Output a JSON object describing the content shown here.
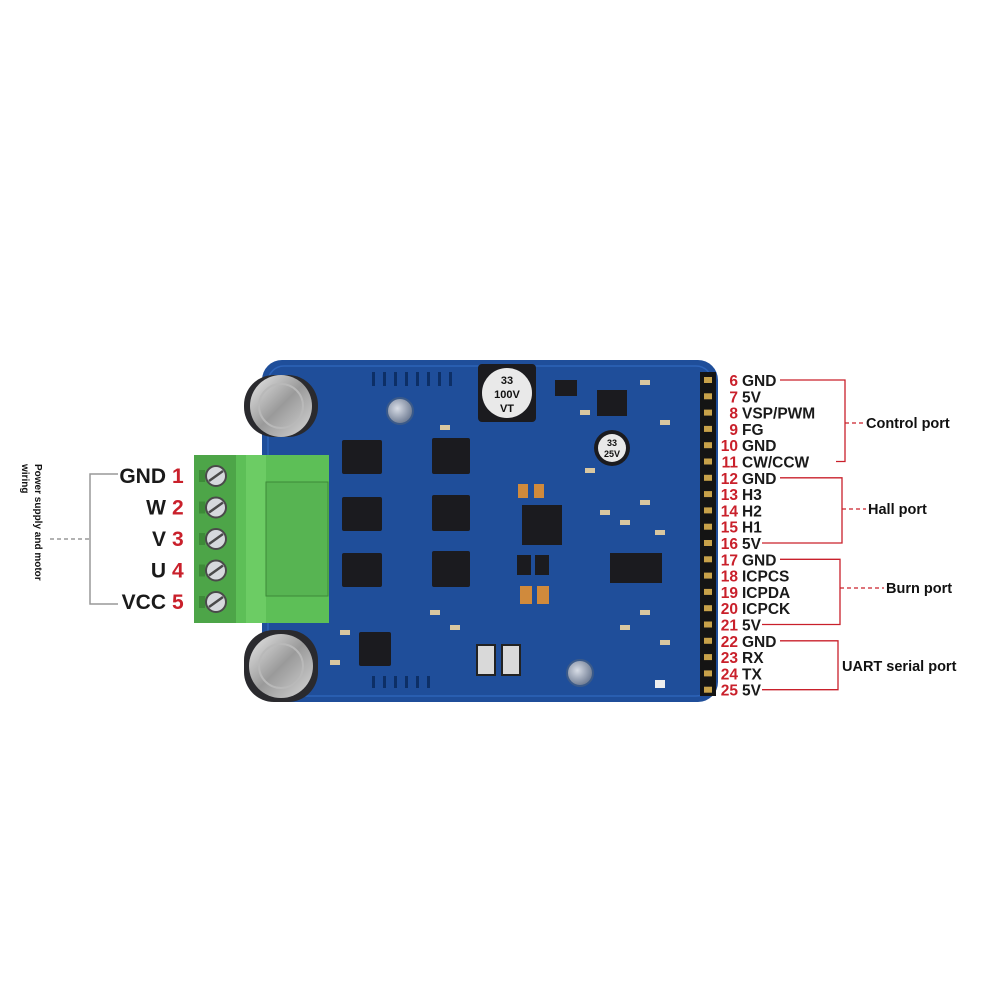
{
  "left_caption_line1": "Power supply and motor",
  "left_caption_line2": "wiring",
  "terminals": [
    {
      "num": "1",
      "name": "GND"
    },
    {
      "num": "2",
      "name": "W"
    },
    {
      "num": "3",
      "name": "V"
    },
    {
      "num": "4",
      "name": "U"
    },
    {
      "num": "5",
      "name": "VCC"
    }
  ],
  "pins": [
    {
      "num": "6",
      "name": "GND"
    },
    {
      "num": "7",
      "name": "5V"
    },
    {
      "num": "8",
      "name": "VSP/PWM"
    },
    {
      "num": "9",
      "name": "FG"
    },
    {
      "num": "10",
      "name": "GND"
    },
    {
      "num": "11",
      "name": "CW/CCW"
    },
    {
      "num": "12",
      "name": "GND"
    },
    {
      "num": "13",
      "name": "H3"
    },
    {
      "num": "14",
      "name": "H2"
    },
    {
      "num": "15",
      "name": "H1"
    },
    {
      "num": "16",
      "name": "5V"
    },
    {
      "num": "17",
      "name": "GND"
    },
    {
      "num": "18",
      "name": "ICPCS"
    },
    {
      "num": "19",
      "name": "ICPDA"
    },
    {
      "num": "20",
      "name": "ICPCK"
    },
    {
      "num": "21",
      "name": "5V"
    },
    {
      "num": "22",
      "name": "GND"
    },
    {
      "num": "23",
      "name": "RX"
    },
    {
      "num": "24",
      "name": "TX"
    },
    {
      "num": "25",
      "name": "5V"
    }
  ],
  "groups": [
    {
      "label": "Control port"
    },
    {
      "label": "Hall port"
    },
    {
      "label": "Burn port"
    },
    {
      "label": "UART serial port"
    }
  ],
  "board": {
    "cap_top_text_1": "33",
    "cap_top_text_2": "100V",
    "cap_top_text_3": "VT",
    "cap_small_text_1": "33",
    "cap_small_text_2": "25V"
  },
  "colors": {
    "pcb": "#1f4e9a",
    "terminal": "#5dbf57",
    "pin_number": "#c9202b",
    "leader_line": "#c9202b"
  }
}
